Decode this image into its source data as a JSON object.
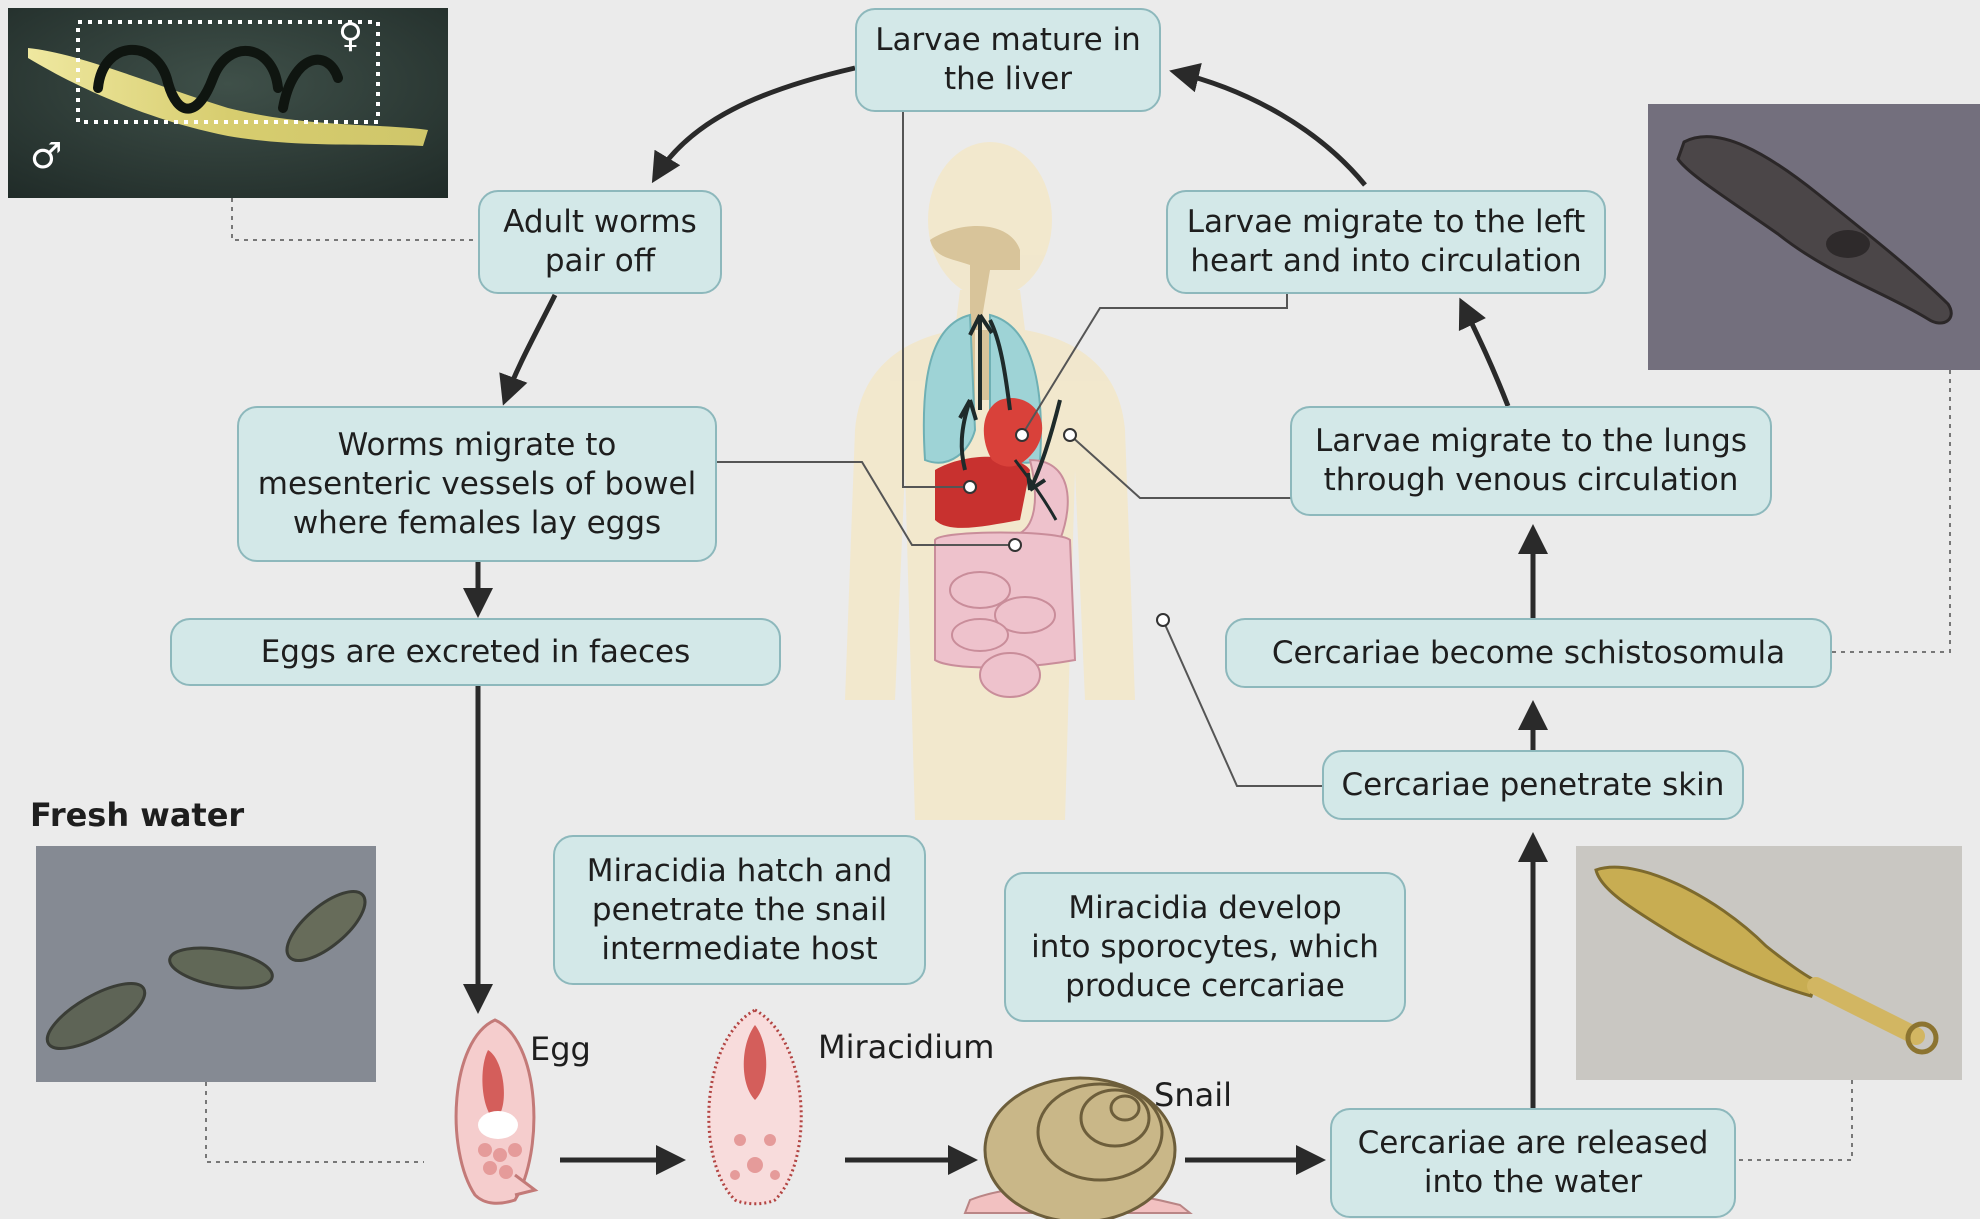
{
  "boxes": {
    "larvae_liver": "Larvae mature in\nthe liver",
    "adult_worms": "Adult worms\npair off",
    "worms_migrate": "Worms migrate to\nmesenteric vessels of bowel\nwhere females lay eggs",
    "eggs_excreted": "Eggs are excreted in faeces",
    "larvae_heart": "Larvae migrate to the left\nheart and into circulation",
    "larvae_lungs": "Larvae migrate to the lungs\nthrough venous circulation",
    "schistosomula": "Cercariae become schistosomula",
    "penetrate_skin": "Cercariae penetrate skin",
    "miracidia_hatch": "Miracidia hatch and\npenetrate the snail\nintermediate host",
    "miracidia_develop": "Miracidia develop\ninto sporocytes, which\nproduce cercariae",
    "cercariae_released": "Cercariae are released\ninto the water"
  },
  "labels": {
    "fresh_water": "Fresh water",
    "egg": "Egg",
    "miracidium": "Miracidium",
    "snail": "Snail",
    "female_symbol": "♀",
    "male_symbol": "♂"
  },
  "colors": {
    "background": "#ebebeb",
    "box_fill": "#d3e8e8",
    "box_border": "#8db8bc",
    "arrow": "#2a2a2a",
    "body_silhouette": "#f3e7c8",
    "lungs": "#9ed3d6",
    "liver": "#c8312f",
    "heart": "#d9413a",
    "intestine": "#eec2cc"
  }
}
